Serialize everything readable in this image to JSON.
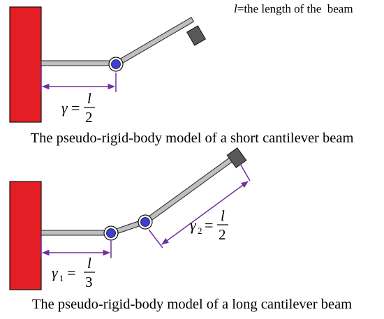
{
  "note": {
    "symbol": "l",
    "text": "=the length of the  beam"
  },
  "short_model": {
    "caption": "The pseudo-rigid-body model of a short cantilever beam",
    "gamma_symbol": "γ",
    "equals": "=",
    "numerator": "l",
    "denominator": "2"
  },
  "long_model": {
    "caption": "The pseudo-rigid-body model of a long cantilever beam",
    "gamma1_symbol": "γ",
    "gamma1_sub": "1",
    "gamma1_numerator": "l",
    "gamma1_denominator": "3",
    "gamma2_symbol": "γ",
    "gamma2_sub": "2",
    "gamma2_numerator": "l",
    "gamma2_denominator": "2",
    "equals": "="
  },
  "colors": {
    "wall": "#e31e24",
    "beam_fill": "#bfbfbf",
    "end_block": "#595959",
    "pivot": "#3f3fd6",
    "dimension": "#7030a0"
  }
}
